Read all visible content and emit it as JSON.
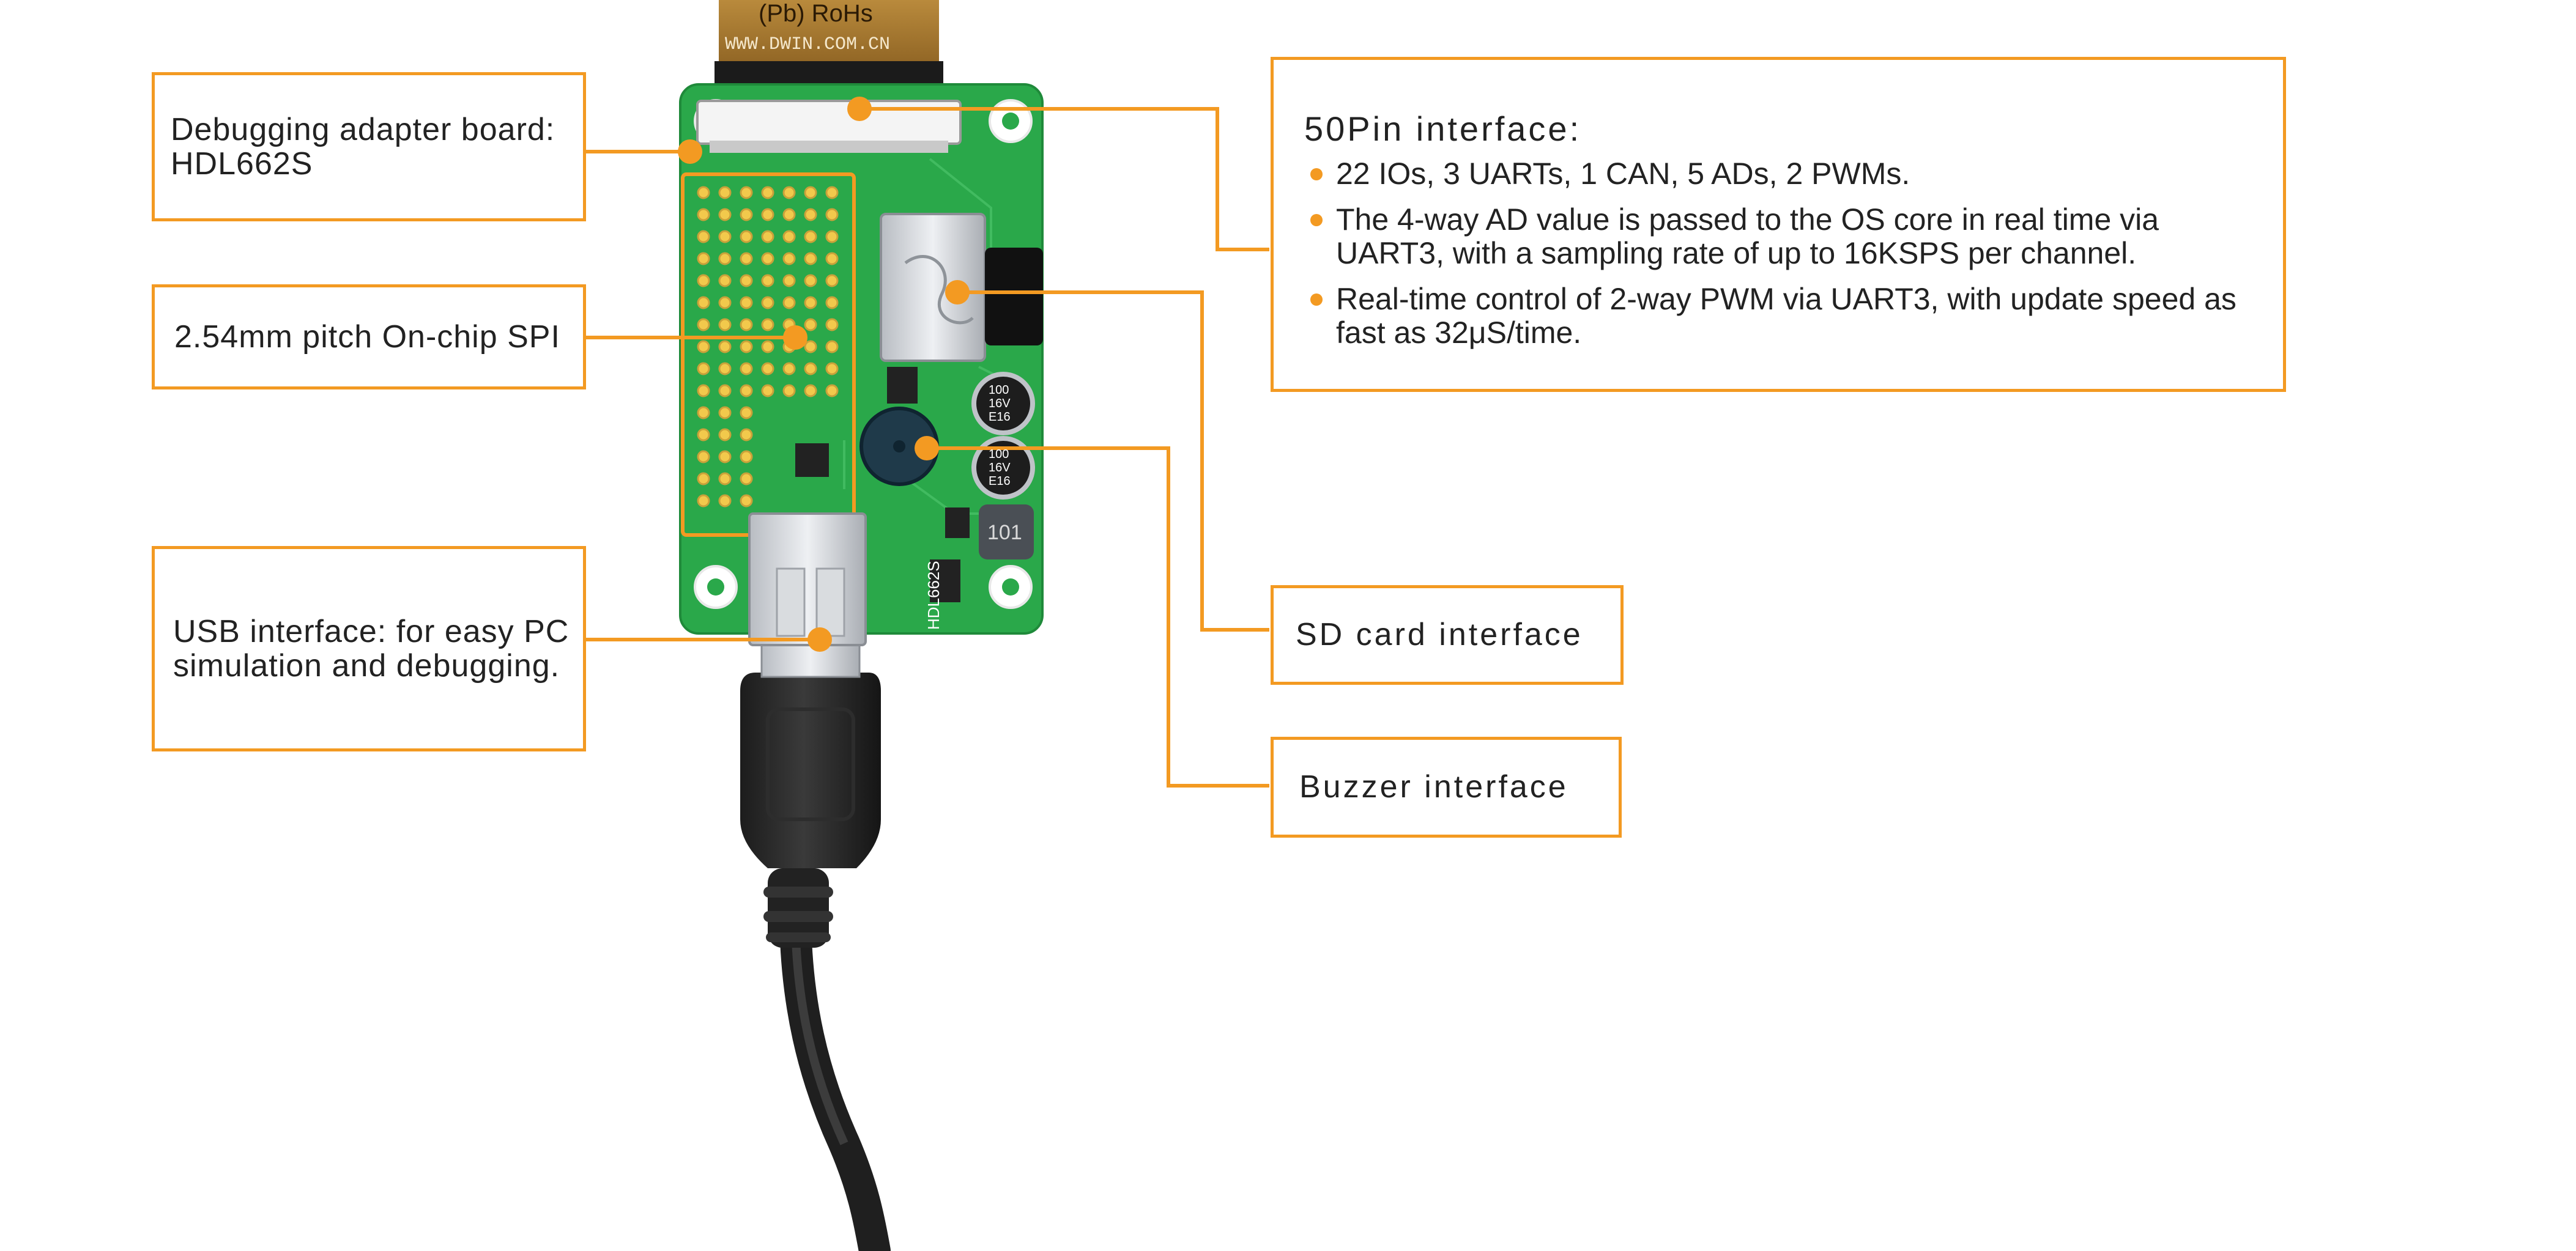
{
  "accent_color": "#f39a22",
  "board_color": "#2aa84a",
  "callouts": {
    "adapter": {
      "text": "Debugging adapter board:\nHDL662S"
    },
    "pitch": {
      "text": "2.54mm pitch On-chip SPI"
    },
    "usb": {
      "text": "USB interface:  for easy PC\nsimulation and debugging."
    },
    "spec": {
      "heading": "50Pin interface:",
      "bullets": [
        "22 IOs, 3 UARTs, 1 CAN, 5 ADs, 2 PWMs.",
        "The 4-way AD value is passed to the OS core in real time via UART3, with a sampling rate of up to 16KSPS per channel.",
        "Real-time control of 2-way PWM via UART3, with update speed as fast as 32μS/time."
      ]
    },
    "sd": {
      "text": "SD card interface"
    },
    "buzzer": {
      "text": "Buzzer interface"
    }
  },
  "board": {
    "cable_print_1": "(Pb) RoHs",
    "cable_print_2": "WWW.DWIN.COM.CN",
    "model_print": "HDL662S",
    "cap_print": "100\n16V\nE16",
    "inductor_print": "101"
  }
}
